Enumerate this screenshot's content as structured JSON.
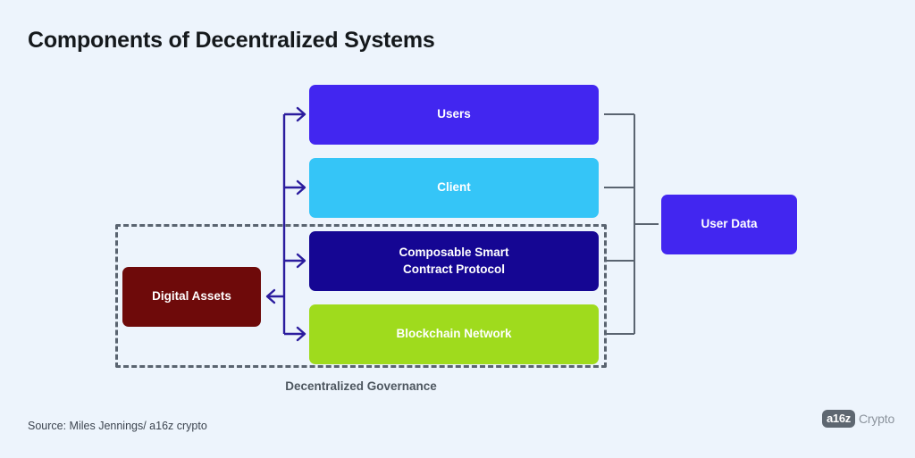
{
  "page": {
    "title": "Components of Decentralized Systems",
    "background_color": "#EDF4FC"
  },
  "diagram": {
    "type": "layered-architecture",
    "governance": {
      "caption": "Decentralized Governance",
      "border_style": "dashed",
      "border_color": "#5A6470"
    },
    "nodes": [
      {
        "id": "users",
        "label": "Users",
        "color": "#4226F0",
        "text_color": "#FFFFFF",
        "column": "stack",
        "row": 1
      },
      {
        "id": "client",
        "label": "Client",
        "color": "#35C5F7",
        "text_color": "#FFFFFF",
        "column": "stack",
        "row": 2
      },
      {
        "id": "protocol",
        "label": "Composable Smart\nContract Protocol",
        "color": "#150693",
        "text_color": "#FFFFFF",
        "column": "stack",
        "row": 3
      },
      {
        "id": "blockchain",
        "label": "Blockchain Network",
        "color": "#9FDB1D",
        "text_color": "#FFFFFF",
        "column": "stack",
        "row": 4
      },
      {
        "id": "assets",
        "label": "Digital Assets",
        "color": "#6E0A0A",
        "text_color": "#FFFFFF",
        "column": "left",
        "row": 0
      },
      {
        "id": "userdata",
        "label": "User Data",
        "color": "#4226F0",
        "text_color": "#FFFFFF",
        "column": "right",
        "row": 0
      }
    ],
    "connectors": {
      "spine_color": "#2B1C9E",
      "bracket_color": "#5A6470",
      "edges": [
        {
          "from": "spine",
          "to": "users",
          "direction": "right"
        },
        {
          "from": "spine",
          "to": "client",
          "direction": "right"
        },
        {
          "from": "spine",
          "to": "protocol",
          "direction": "right"
        },
        {
          "from": "spine",
          "to": "blockchain",
          "direction": "right"
        },
        {
          "from": "spine",
          "to": "assets",
          "direction": "left"
        },
        {
          "from": "users",
          "to": "userdata",
          "direction": "bracket"
        },
        {
          "from": "client",
          "to": "userdata",
          "direction": "bracket"
        },
        {
          "from": "protocol",
          "to": "userdata",
          "direction": "bracket"
        },
        {
          "from": "blockchain",
          "to": "userdata",
          "direction": "bracket"
        }
      ]
    }
  },
  "footer": {
    "source": "Source:  Miles Jennings/ a16z crypto",
    "logo_badge": "a16z",
    "logo_word": "Crypto"
  }
}
